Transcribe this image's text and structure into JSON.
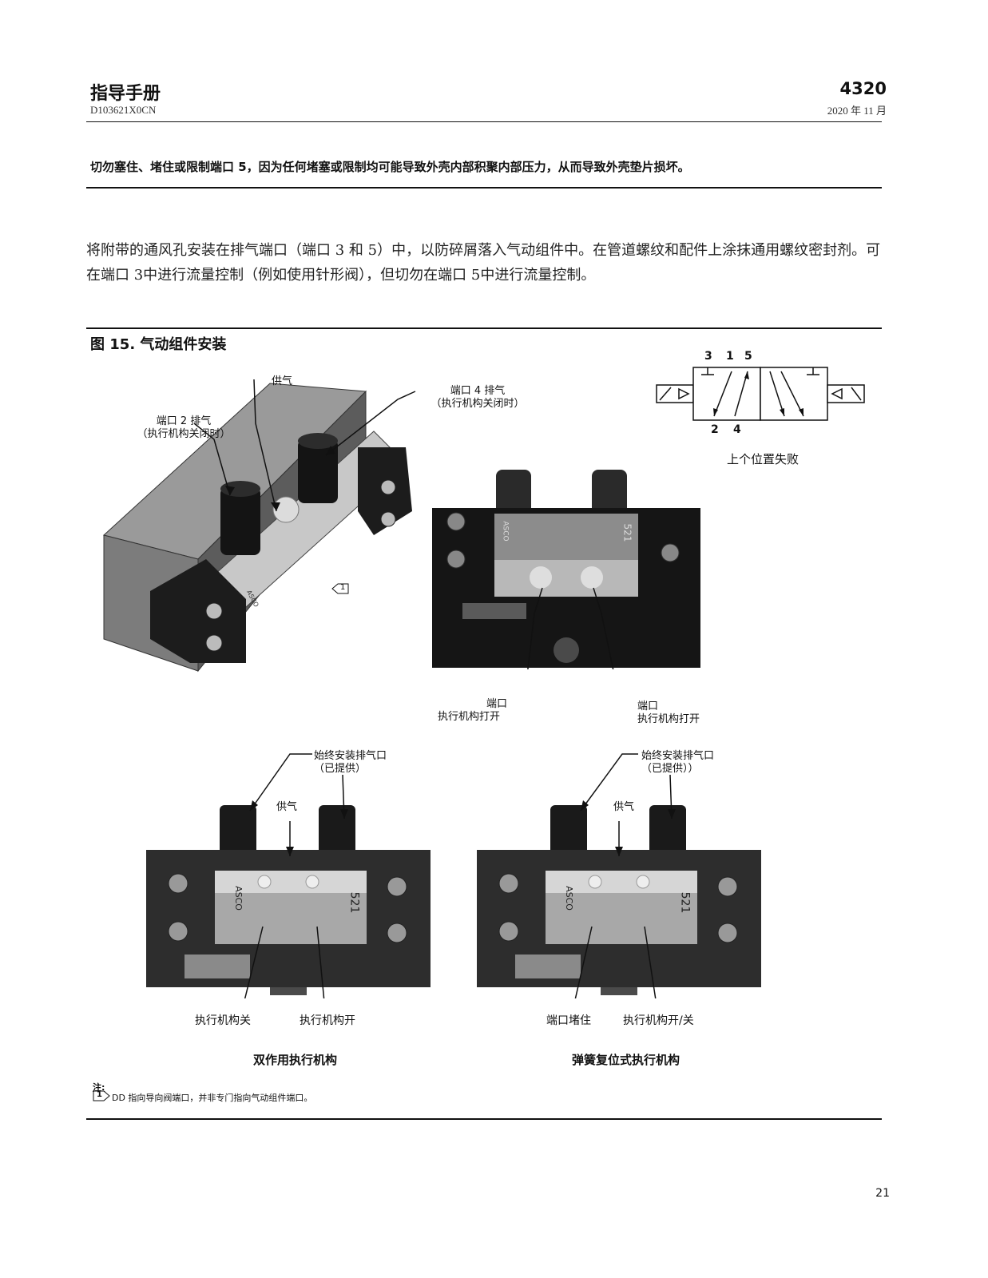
{
  "header": {
    "title": "指导手册",
    "doc_number": "D103621X0CN",
    "model": "4320",
    "date": "2020 年 11 月"
  },
  "warning": "切勿塞住、堵住或限制端口 5，因为任何堵塞或限制均可能导致外壳内部积聚内部压力，从而导致外壳垫片损坏。",
  "body_text": "将附带的通风孔安装在排气端口（端口 3 和 5）中，以防碎屑落入气动组件中。在管道螺纹和配件上涂抹通用螺纹密封剂。可在端口 3中进行流量控制（例如使用针形阀），但切勿在端口 5中进行流量控制。",
  "figure": {
    "title": "图 15. 气动组件安装",
    "top_left": {
      "supply": "供气",
      "port2_line1": "端口 2 排气",
      "port2_line2": "（执行机构关闭时）",
      "port4_line1": "端口 4 排气",
      "port4_line2": "（执行机构关闭时）",
      "note_marker": "1",
      "body_marking": "ASCO"
    },
    "top_middle": {
      "left_line1": "端口",
      "left_line2": "执行机构打开",
      "right_line1": "端口",
      "right_line2": "执行机构打开",
      "marking_left": "ASCO",
      "marking_right": "521"
    },
    "schematic": {
      "top_ports": [
        "3",
        "1",
        "5"
      ],
      "bottom_ports": [
        "2",
        "4"
      ],
      "caption": "上个位置失败"
    },
    "bottom_left": {
      "exhaust_line1": "始终安装排气口",
      "exhaust_line2": "（已提供）",
      "supply": "供气",
      "label_left": "执行机构关",
      "label_right": "执行机构开",
      "caption": "双作用执行机构",
      "marking_left": "ASCO",
      "marking_right": "521"
    },
    "bottom_right": {
      "exhaust_line1": "始终安装排气口",
      "exhaust_line2": "（已提供））",
      "supply": "供气",
      "label_left": "端口堵住",
      "label_right": "执行机构开/关",
      "caption": "弹簧复位式执行机构",
      "marking_left": "ASCO",
      "marking_right": "521"
    },
    "note_label": "注:",
    "note_marker": "1",
    "note": "DD 指向导向阀端口，并非专门指向气动组件端口。"
  },
  "page_number": "21"
}
